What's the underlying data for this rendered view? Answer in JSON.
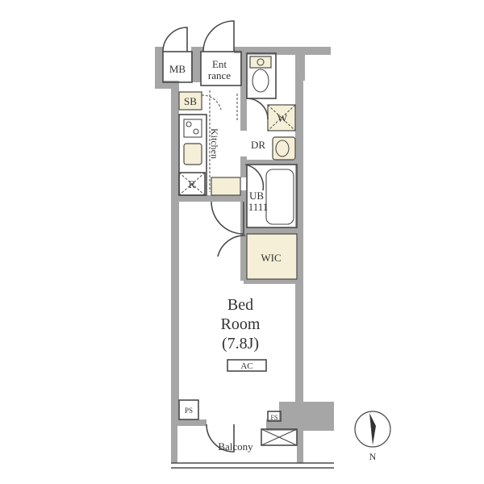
{
  "rooms": {
    "mb": "MB",
    "entrance_line1": "Ent",
    "entrance_line2": "rance",
    "sb": "SB",
    "kitchen": "Kitchen",
    "refrigerator": "R",
    "washer": "W",
    "dr": "DR",
    "ub_line1": "UB",
    "ub_line2": "1111",
    "wic": "WIC",
    "bedroom_line1": "Bed",
    "bedroom_line2": "Room",
    "bedroom_size": "(7.8J)",
    "ac": "AC",
    "ps": "PS",
    "fs": "FS",
    "balcony": "Balcony"
  },
  "compass": {
    "north_label": "N"
  },
  "colors": {
    "wall": "#a6a6a6",
    "highlight": "#f4efd6",
    "line": "#4a4a4a"
  }
}
